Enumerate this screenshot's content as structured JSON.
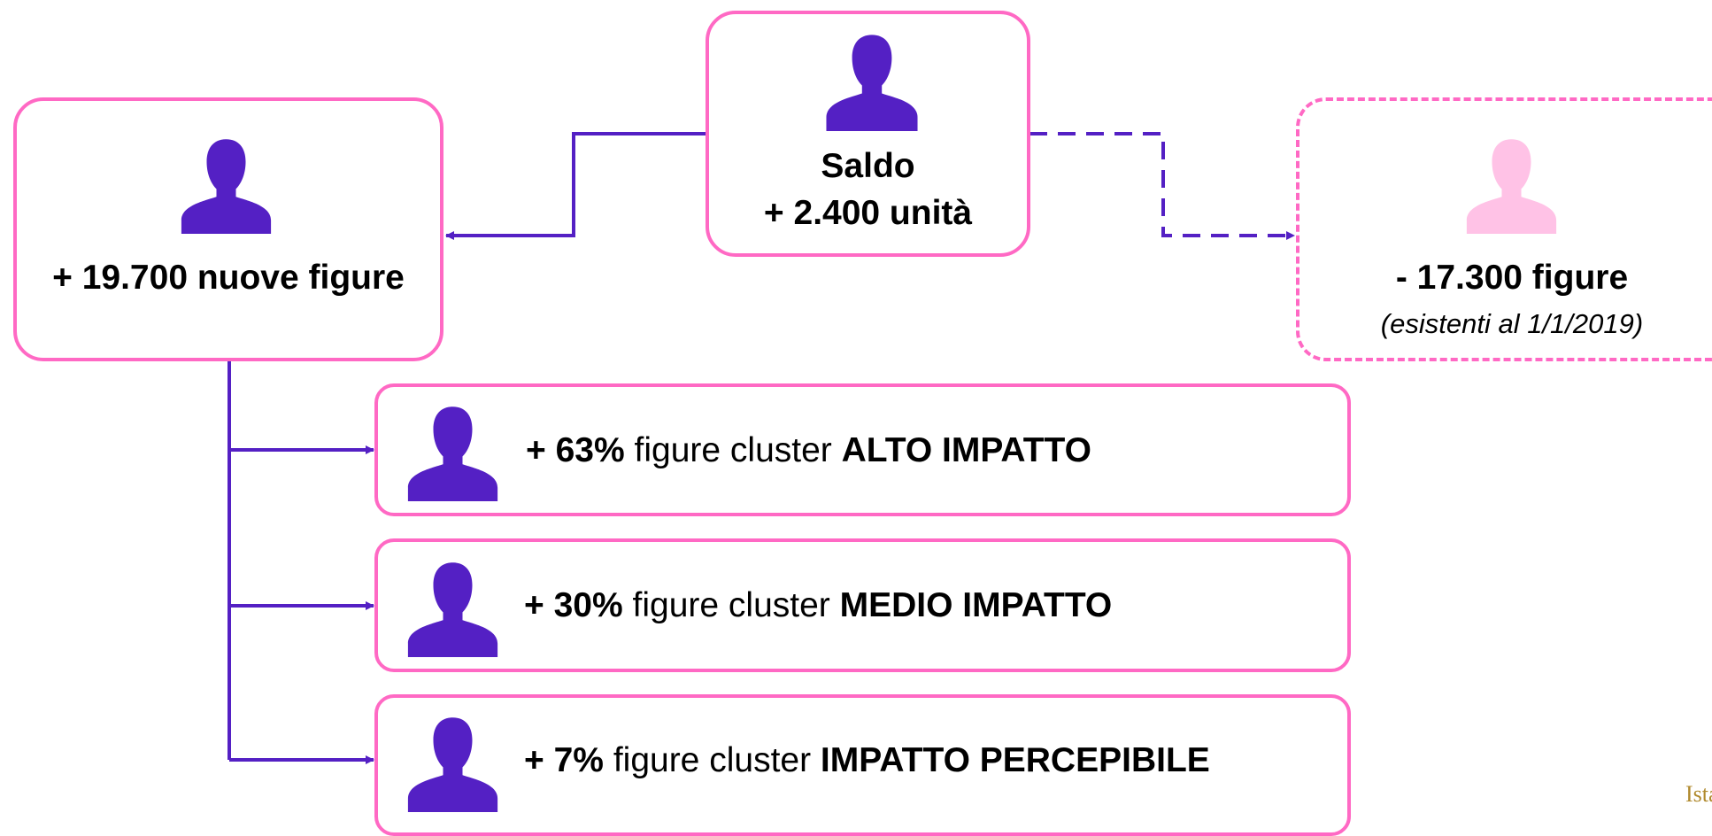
{
  "colors": {
    "accent_pink": "#ff69c4",
    "person_purple": "#5420c4",
    "person_light_pink": "#ffc2e6",
    "connector_purple": "#5420c4"
  },
  "top_box": {
    "icon": "person-icon",
    "title": "Saldo",
    "value": "+ 2.400 unità"
  },
  "left_box": {
    "icon": "person-icon",
    "label": "+ 19.700 nuove figure"
  },
  "right_box": {
    "icon": "person-icon",
    "label": "- 17.300 figure",
    "note": "(esistenti al 1/1/2019)"
  },
  "clusters": [
    {
      "icon": "person-icon",
      "percent": "+ 63%",
      "middle": " figure cluster ",
      "cluster": "ALTO IMPATTO"
    },
    {
      "icon": "person-icon",
      "percent": "+ 30%",
      "middle": " figure cluster ",
      "cluster": "MEDIO IMPATTO"
    },
    {
      "icon": "person-icon",
      "percent": "+ 7%",
      "middle": " figure cluster ",
      "cluster": "IMPATTO PERCEPIBILE"
    }
  ],
  "footer": {
    "text": "Istat"
  }
}
